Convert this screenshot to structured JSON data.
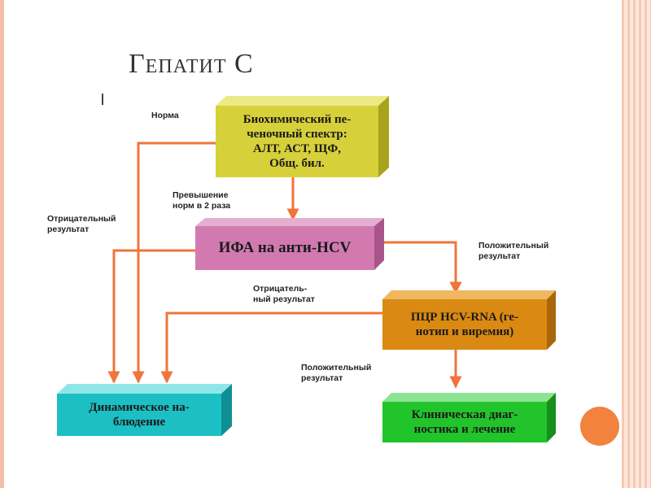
{
  "title": "Гепатит С",
  "nodes": {
    "biochem": {
      "label": "Биохимический пе-\nченочный спектр:\nАЛТ, АСТ, ЩФ,\nОбщ. бил.",
      "color": "#d6d13a"
    },
    "ifa": {
      "label": "ИФА на анти-HCV",
      "color": "#d27ab0"
    },
    "pcr": {
      "label": "ПЦР HCV-RNA (ге-\nнотип и виремия)",
      "color": "#da8a12"
    },
    "dynamic": {
      "label": "Динамическое на-\nблюдение",
      "color": "#1cbfc4"
    },
    "clinical": {
      "label": "Клиническая диаг-\nностика и лечение",
      "color": "#22c42b"
    }
  },
  "edges": {
    "norma": "Норма",
    "exceed": "Превышение\nнорм в 2 раза",
    "neg1": "Отрицательный\nрезультат",
    "pos1": "Положительный\nрезультат",
    "neg2": "Отрицатель-\nный результат",
    "pos2": "Положительный\nрезультат"
  },
  "colors": {
    "arrow": "#f0743c",
    "accent_circle": "#f2823e"
  }
}
